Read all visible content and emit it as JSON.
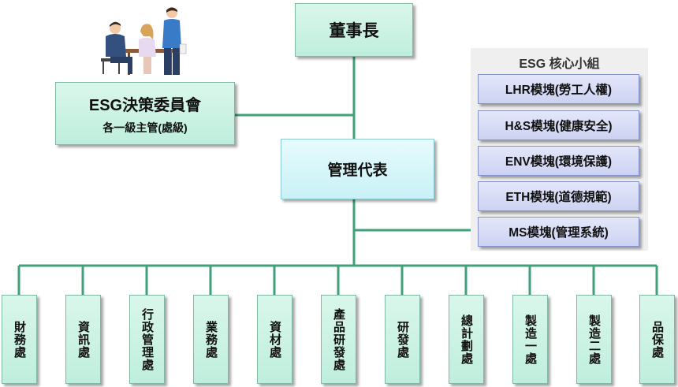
{
  "board": {
    "label": "董事長"
  },
  "committee": {
    "title": "ESG決策委員會",
    "subtitle": "各一級主管(處級)"
  },
  "representative": {
    "label": "管理代表"
  },
  "core_group": {
    "title": "ESG 核心小組",
    "modules": [
      {
        "label": "LHR模塊(勞工人權)"
      },
      {
        "label": "H&S模塊(健康安全)"
      },
      {
        "label": "ENV模塊(環境保護)"
      },
      {
        "label": "ETH模塊(道德規範)"
      },
      {
        "label": "MS模塊(管理系統)"
      }
    ]
  },
  "departments": [
    {
      "label": "財務處"
    },
    {
      "label": "資訊處"
    },
    {
      "label": "行政管理處"
    },
    {
      "label": "業務處"
    },
    {
      "label": "資材處"
    },
    {
      "label": "產品研發處"
    },
    {
      "label": "研發處"
    },
    {
      "label": "總計劃處"
    },
    {
      "label": "製造一處"
    },
    {
      "label": "製造二處"
    },
    {
      "label": "品保處"
    }
  ],
  "colors": {
    "line": "#3fa07a",
    "box_fill": "#c9f2e2",
    "rep_fill": "#d4f5f9",
    "module_fill": "#d5daf5",
    "panel_fill": "#efefef"
  }
}
